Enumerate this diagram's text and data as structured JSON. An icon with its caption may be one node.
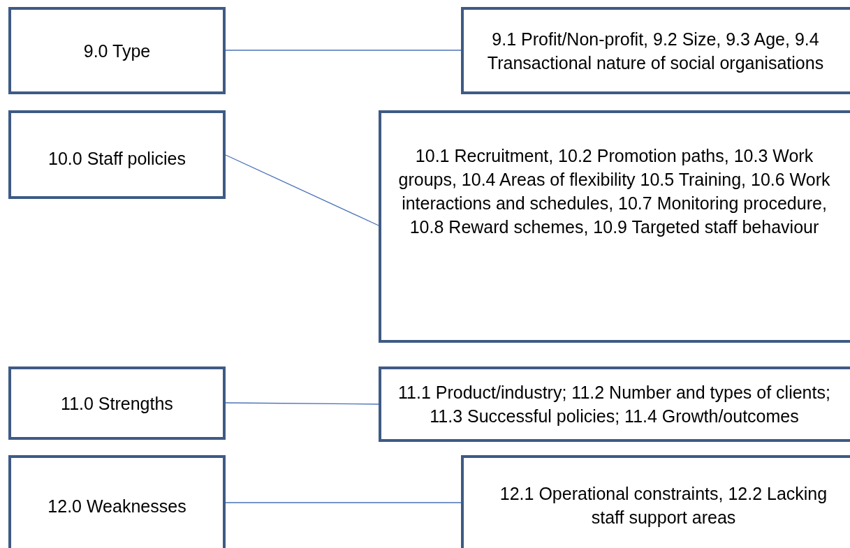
{
  "diagram": {
    "nodes": [
      {
        "text": [
          "9.0 Type"
        ]
      },
      {
        "text": [
          "9.1 Profit/Non-profit, 9.2 Size, 9.3 Age, 9.4 Transactional nature of social organisations"
        ]
      },
      {
        "text": [
          "10.0 Staff policies"
        ]
      },
      {
        "text": [
          "10.1 Recruitment, 10.2 Promotion paths, 10.3 Work groups, 10.4 Areas of flexibility 10.5 Training, 10.6 Work interactions and schedules, 10.7 Monitoring procedure, 10.8 Reward schemes, 10.9 Targeted staff behaviour"
        ]
      },
      {
        "text": [
          "11.0 Strengths"
        ]
      },
      {
        "text": [
          "11.1 Product/industry; 11.2 Number and types of clients; 11.3 Successful policies; 11.4 Growth/outcomes"
        ]
      },
      {
        "text": [
          "12.0 Weaknesses"
        ]
      },
      {
        "text": [
          "12.1 Operational constraints, 12.2 Lacking staff support areas"
        ]
      }
    ],
    "edges": [
      {
        "from": 0,
        "to": 1,
        "arrow": "none"
      },
      {
        "from": 2,
        "to": 3,
        "arrow": "none"
      },
      {
        "from": 4,
        "to": 5,
        "arrow": "none"
      },
      {
        "from": 6,
        "to": 7,
        "arrow": "none"
      }
    ]
  }
}
